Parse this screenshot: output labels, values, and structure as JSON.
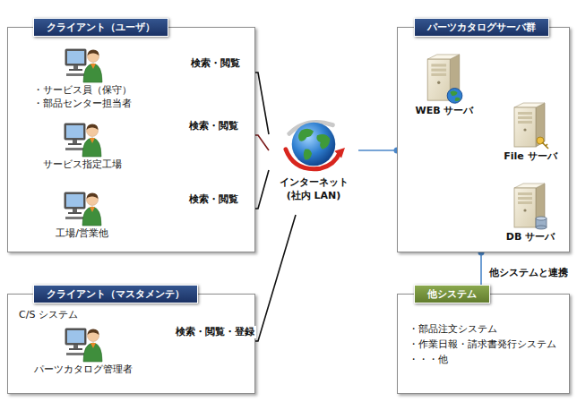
{
  "diagram": {
    "nodes": [
      {
        "text": [
          "クライアント（ユーザ）"
        ]
      },
      {
        "text": [
          "・サービス員（保守）",
          "・部品センター担当者"
        ],
        "in": 0
      },
      {
        "text": [
          "サービス指定工場"
        ],
        "in": 0
      },
      {
        "text": [
          "工場/営業他"
        ],
        "in": 0
      },
      {
        "text": [
          "クライアント（マスタメンテ）",
          "C/S システム"
        ]
      },
      {
        "text": [
          "パーツカタログ管理者"
        ],
        "in": 4
      },
      {
        "text": [
          "インターネット",
          "(社内 LAN)"
        ]
      },
      {
        "text": [
          "パーツカタログサーバ群"
        ]
      },
      {
        "text": [
          "WEB サーバ"
        ],
        "in": 7
      },
      {
        "text": [
          "File サーバ"
        ],
        "in": 7
      },
      {
        "text": [
          "DB サーバ"
        ],
        "in": 7
      },
      {
        "text": [
          "他システム",
          "・部品注文システム",
          "・作業日報・請求書発行システム",
          "・・・他"
        ]
      }
    ],
    "edges": [
      {
        "from": 1,
        "to": 6,
        "label": "検索・閲覧",
        "arrow": "none"
      },
      {
        "from": 2,
        "to": 6,
        "label": "検索・閲覧",
        "arrow": "none"
      },
      {
        "from": 3,
        "to": 6,
        "label": "検索・閲覧",
        "arrow": "none"
      },
      {
        "from": 5,
        "to": 6,
        "label": "検索・閲覧・登録",
        "arrow": "none"
      },
      {
        "from": 6,
        "to": 7,
        "arrow": "none"
      },
      {
        "from": 8,
        "to": 9,
        "arrow": "none"
      },
      {
        "from": 8,
        "to": 10,
        "arrow": "none"
      },
      {
        "from": 7,
        "to": 11,
        "label": "他システムと連携",
        "arrow": "none"
      }
    ]
  }
}
